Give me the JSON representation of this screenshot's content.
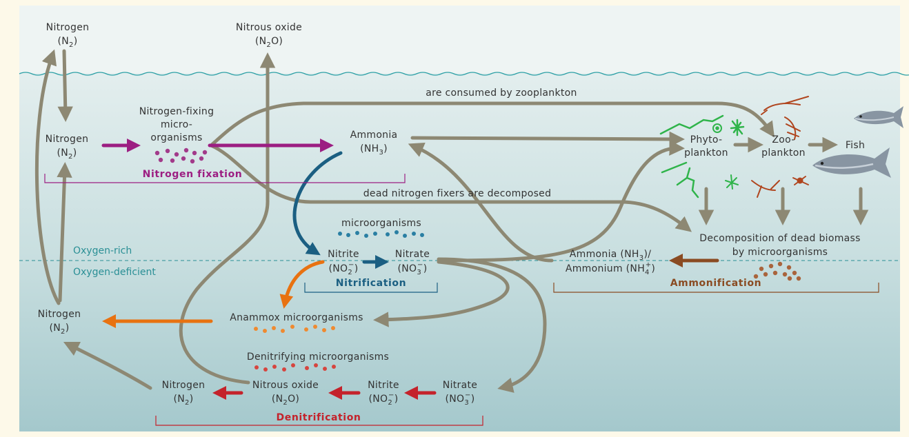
{
  "colors": {
    "background": "#fdf9e9",
    "sky": "#eef4f3",
    "water_top": "#dceaea",
    "water_bottom": "#a9cbcf",
    "wave": "#2a9fa5",
    "flow_arrow": "#8d8873",
    "fixation": "#9c1e82",
    "nitrification": "#1b5f82",
    "anammox": "#e87211",
    "denitrification": "#c4222b",
    "ammonification": "#8a4b22",
    "oxygen_text": "#2a8f95",
    "plankton_green": "#2fb44a"
  },
  "atmosphere": {
    "nitrogen_top": {
      "name": "Nitrogen",
      "formula": "N",
      "sub": "2"
    },
    "nitrous_top": {
      "name": "Nitrous oxide",
      "formula_a": "N",
      "sub": "2",
      "formula_b": "O"
    }
  },
  "labels": {
    "consumed": "are consumed by zooplankton",
    "dead_fixers": "dead nitrogen fixers are decomposed",
    "fixers_line1": "Nitrogen-fixing",
    "fixers_line2": "micro-",
    "fixers_line3": "organisms",
    "nitrogen_fixation": "Nitrogen fixation",
    "ammonia": "Ammonia",
    "ammonia_formula_a": "NH",
    "ammonia_formula_sub": "3",
    "microorganisms": "microorganisms",
    "nitrite": "Nitrite",
    "nitrate": "Nitrate",
    "no2": "NO",
    "no3": "NO",
    "nitrification": "Nitrification",
    "oxygen_rich": "Oxygen-rich",
    "oxygen_deficient": "Oxygen-deficient",
    "anammox": "Anammox microorganisms",
    "denitrifying": "Denitrifying microorganisms",
    "denitrification": "Denitrification",
    "nitrogen": "Nitrogen",
    "n2": "N",
    "nitrous_oxide": "Nitrous oxide",
    "phyto_1": "Phyto-",
    "phyto_2": "plankton",
    "zoo_1": "Zoo-",
    "zoo_2": "plankton",
    "fish": "Fish",
    "decomposition_1": "Decomposition of dead biomass",
    "decomposition_2": "by microorganisms",
    "ammonium_line1_a": "Ammonia (NH",
    "ammonium_line1_b": ")/",
    "ammonium_line2_a": "Ammonium (NH",
    "ammonium_line2_b": ")",
    "ammonification": "Ammonification"
  }
}
